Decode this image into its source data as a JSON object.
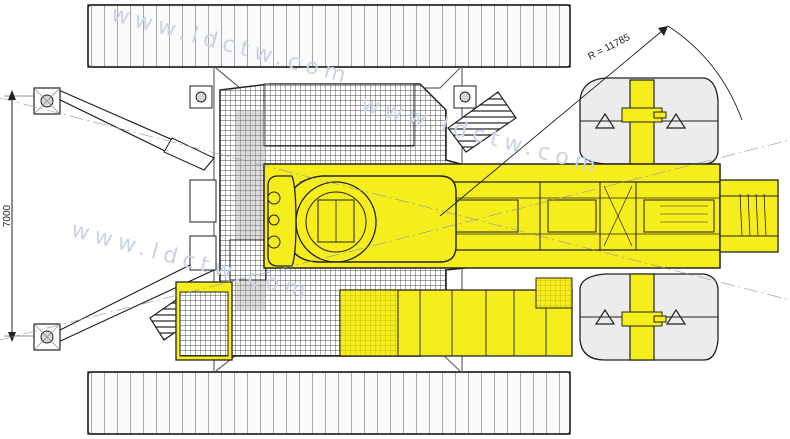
{
  "drawing": {
    "dimension_height": "7000",
    "radius_label": "R = 11785",
    "colors": {
      "body_yellow": "#f6ee1c",
      "yellow_dark": "#c9bf00",
      "outline": "#2a2a2a",
      "mesh": "#4a4a4a",
      "deck_gray": "#8c8c8c",
      "weight_gray": "#ececec",
      "track_fill": "#fafafa",
      "watermark": "#c9d3e6"
    }
  },
  "watermark": {
    "top": "www.ldctw.com",
    "middle": "www.ldctw.com",
    "bottom": "www.ldctw.com"
  }
}
